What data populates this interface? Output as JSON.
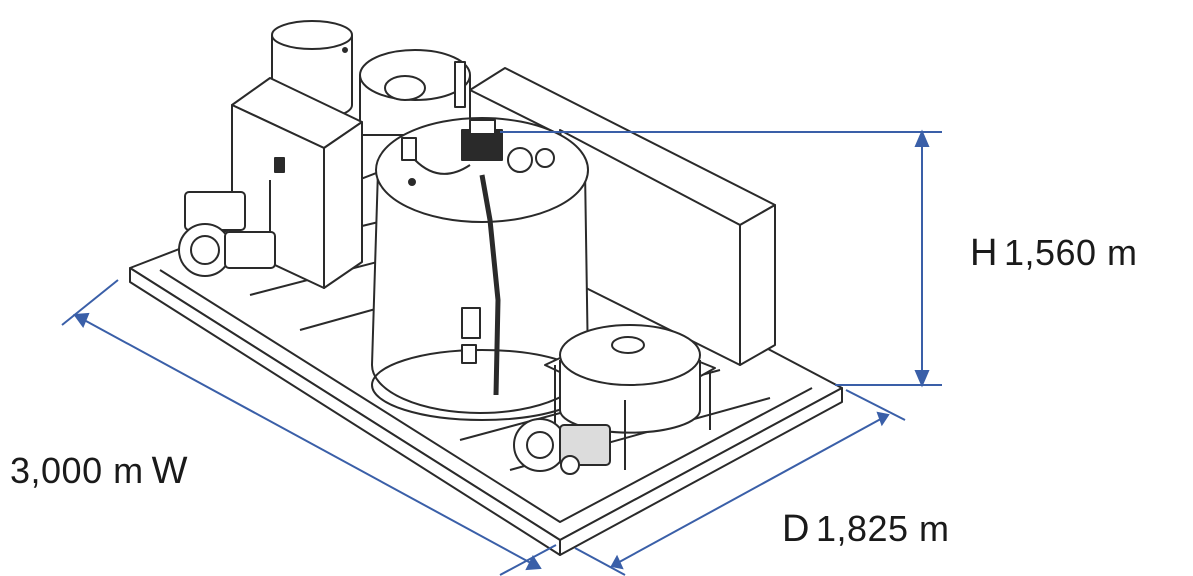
{
  "dimensions": {
    "height": {
      "letter": "H",
      "value": "1,560 m"
    },
    "width": {
      "value": "3,000 m",
      "letter": "W"
    },
    "depth": {
      "letter": "D",
      "value": "1,825 m"
    }
  },
  "colors": {
    "line_art": "#2a2a2a",
    "dimension_lines": "#3a5fa8",
    "background": "#ffffff"
  }
}
